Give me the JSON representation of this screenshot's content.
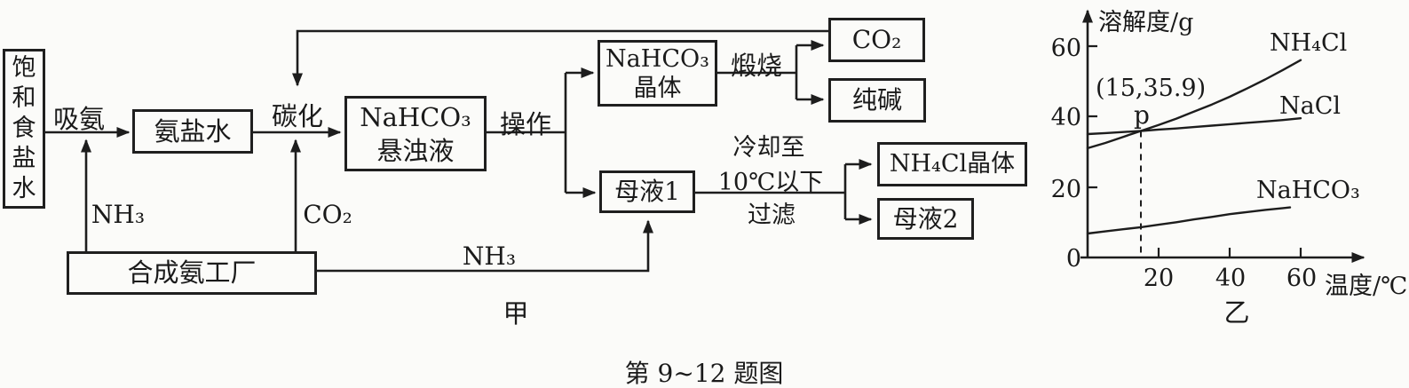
{
  "figure": {
    "caption": "第 9~12 题图",
    "sub_label_left": "甲",
    "sub_label_right": "乙"
  },
  "colors": {
    "ink": "#1d1d1d",
    "background": "#fbfbf9"
  },
  "flowchart": {
    "boxes": {
      "saturated_brine": "饱和食盐水",
      "ammonia_brine": "氨盐水",
      "nahco3_suspension_l1": "NaHCO₃",
      "nahco3_suspension_l2": "悬浊液",
      "nahco3_crystal_l1": "NaHCO₃",
      "nahco3_crystal_l2": "晶体",
      "co2": "CO₂",
      "soda_ash": "纯碱",
      "mother_liquor_1": "母液1",
      "nh4cl_crystal": "NH₄Cl晶体",
      "mother_liquor_2": "母液2",
      "ammonia_plant": "合成氨工厂"
    },
    "labels": {
      "absorb_ammonia": "吸氨",
      "carbonation": "碳化",
      "nh3_feed": "NH₃",
      "co2_feed": "CO₂",
      "operation": "操作",
      "calcination": "煅烧",
      "cooling_l1": "冷却至",
      "cooling_l2": "10℃以下",
      "cooling_l3": "过滤",
      "nh3_transfer": "NH₃"
    }
  },
  "chart_data": {
    "type": "line",
    "title": "",
    "xlabel": "温度/℃",
    "ylabel": "溶解度/g",
    "xlim": [
      0,
      78
    ],
    "ylim": [
      0,
      71
    ],
    "x_ticks": [
      20,
      40,
      60
    ],
    "y_ticks": [
      0,
      20,
      40,
      60
    ],
    "grid": false,
    "legend_position": "labels-on-curves",
    "annotation": {
      "text": "(15,35.9)",
      "point": "p",
      "x": 15,
      "y": 35.9
    },
    "series": [
      {
        "id": "nh4cl",
        "name": "NH₄Cl",
        "x": [
          0,
          5,
          10,
          15,
          20,
          25,
          30,
          35,
          40,
          45,
          50,
          55,
          60
        ],
        "values": [
          31.0,
          32.5,
          34.2,
          35.9,
          37.6,
          39.4,
          41.4,
          43.4,
          45.6,
          48.0,
          50.5,
          53.2,
          56.0
        ]
      },
      {
        "id": "nacl",
        "name": "NaCl",
        "x": [
          0,
          5,
          10,
          15,
          20,
          25,
          30,
          35,
          40,
          45,
          50,
          55,
          60
        ],
        "values": [
          35.0,
          35.3,
          35.6,
          35.9,
          36.3,
          36.6,
          37.0,
          37.4,
          37.8,
          38.2,
          38.6,
          39.0,
          39.5
        ]
      },
      {
        "id": "nahco3",
        "name": "NaHCO₃",
        "x": [
          0,
          5,
          10,
          15,
          20,
          25,
          30,
          35,
          40,
          45,
          50,
          55,
          57
        ],
        "values": [
          6.8,
          7.4,
          8.0,
          8.6,
          9.3,
          10.0,
          10.8,
          11.5,
          12.3,
          12.9,
          13.5,
          14.0,
          14.2
        ]
      }
    ]
  }
}
